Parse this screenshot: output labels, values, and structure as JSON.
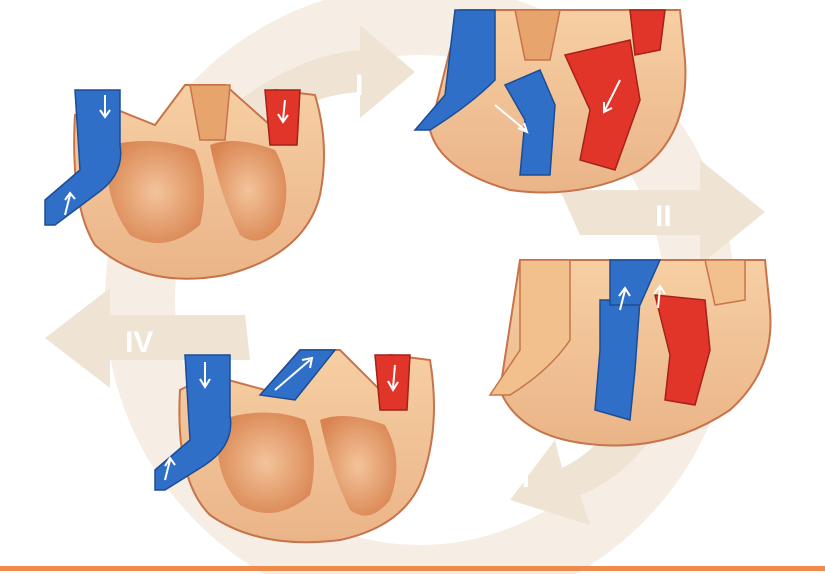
{
  "diagram": {
    "phases": [
      {
        "id": "phase-1",
        "label": "I"
      },
      {
        "id": "phase-2",
        "label": "II"
      },
      {
        "id": "phase-3",
        "label": "III"
      },
      {
        "id": "phase-4",
        "label": "IV"
      }
    ],
    "colors": {
      "cycle_arrow": "#efe3d3",
      "cycle_ring": "#f2e8da",
      "heart_wall": "#f1c08d",
      "heart_wall_dark": "#e6a978",
      "heart_outline": "#c8734a",
      "ventricle_chamber": "#e59a61",
      "ventricle_inner": "#f0b483",
      "deoxygenated_blood": "#2f6fc8",
      "oxygenated_blood": "#e2352a",
      "aorta_vessel": "#e7a46c",
      "bottom_rule": "#f08a4b"
    }
  }
}
